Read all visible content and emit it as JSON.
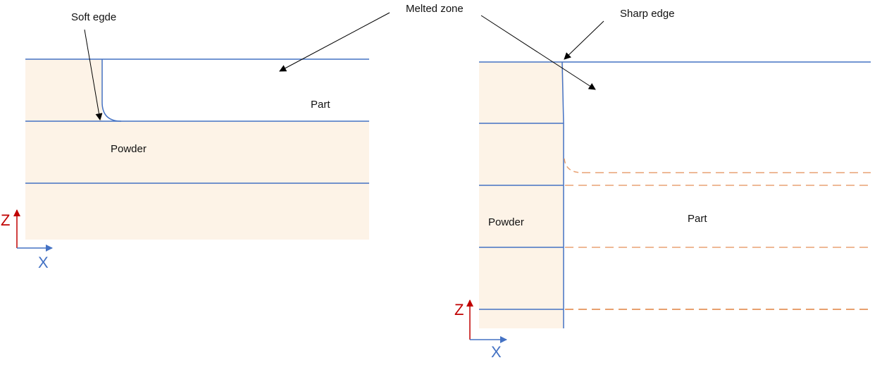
{
  "labels": {
    "soft_edge": "Soft egde",
    "melted_zone": "Melted zone",
    "sharp_edge": "Sharp edge",
    "left_part": "Part",
    "left_powder": "Powder",
    "right_powder": "Powder",
    "right_part": "Part"
  },
  "axes": {
    "z": "Z",
    "x": "X"
  },
  "colors": {
    "powder_fill": "#fdf3e7",
    "layer_line": "#4472c4",
    "melt_dashed": "#e8a273",
    "axis_z": "#c00000",
    "axis_x": "#4472c4",
    "arrow": "#000000"
  }
}
